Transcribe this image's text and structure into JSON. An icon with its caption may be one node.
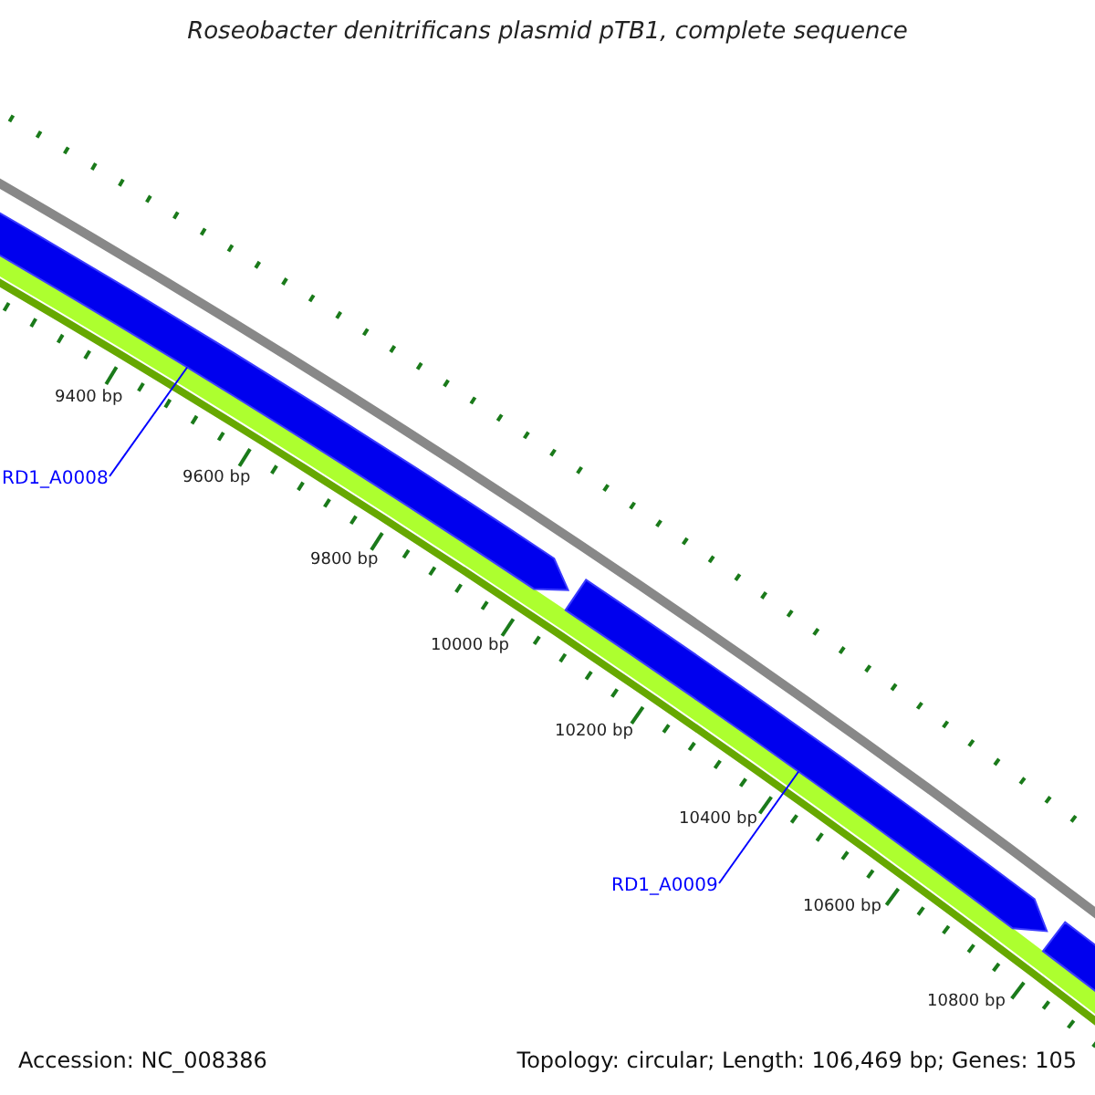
{
  "diagram": {
    "title": "Roseobacter denitrificans plasmid pTB1, complete sequence",
    "nodes": [
      {
        "text": [
          "RD1_A0008"
        ]
      },
      {
        "text": [
          "RD1_A0009"
        ]
      },
      {
        "text": [],
        "shape": "arrow"
      },
      {
        "text": [],
        "shape": "arrow"
      },
      {
        "text": [],
        "shape": "arrow"
      }
    ],
    "edges": [
      {
        "from": 0,
        "to": 2,
        "arrow": "none"
      },
      {
        "from": 1,
        "to": 3,
        "arrow": "none"
      }
    ],
    "labels": [
      "9400 bp",
      "9600 bp",
      "9800 bp",
      "10000 bp",
      "10200 bp",
      "10400 bp",
      "10600 bp",
      "10800 bp",
      "Accession: NC_008386",
      "Topology: circular; Length: 106,469 bp; Genes: 105"
    ]
  }
}
